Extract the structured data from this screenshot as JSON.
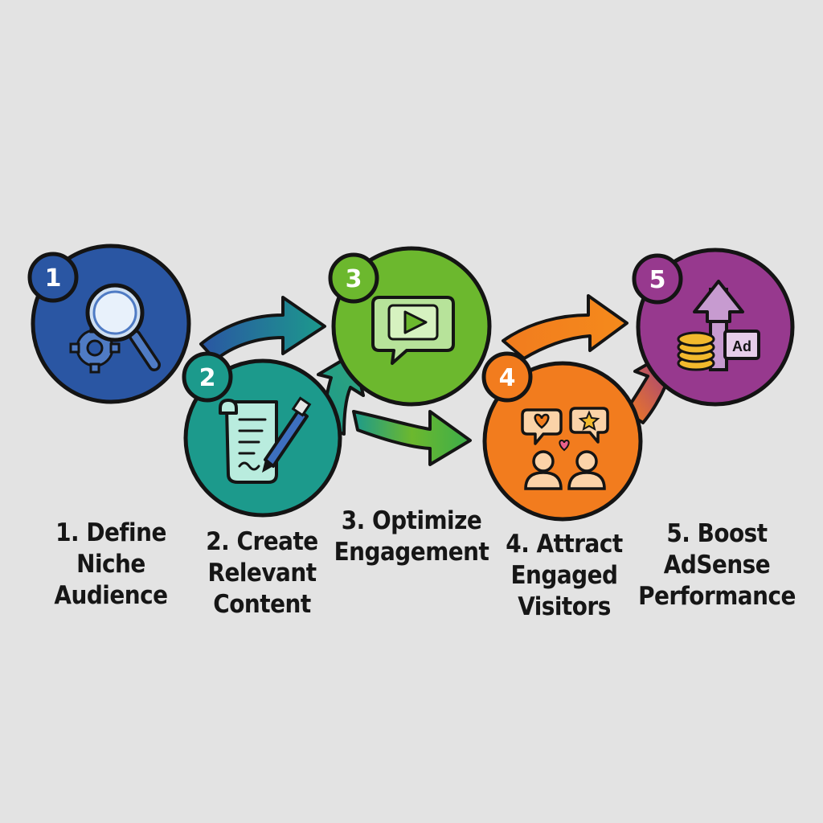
{
  "steps": [
    {
      "number": "1",
      "label": "1. Define\nNiche\nAudience",
      "color": "#2a56a3",
      "icon": "magnifier-gear-icon"
    },
    {
      "number": "2",
      "label": "2. Create\nRelevant\nContent",
      "color": "#1c9a8c",
      "icon": "scroll-pen-icon"
    },
    {
      "number": "3",
      "label": "3. Optimize\nEngagement",
      "color": "#6cb82e",
      "icon": "video-play-chat-icon"
    },
    {
      "number": "4",
      "label": "4. Attract\nEngaged\nVisitors",
      "color": "#f27c1e",
      "icon": "users-heart-star-icon"
    },
    {
      "number": "5",
      "label": "5. Boost\nAdSense\nPerformance",
      "color": "#97398e",
      "icon": "coins-ad-growth-icon"
    }
  ],
  "ad_badge_text": "Ad",
  "outline_color": "#141414",
  "background_color": "#e3e3e3"
}
